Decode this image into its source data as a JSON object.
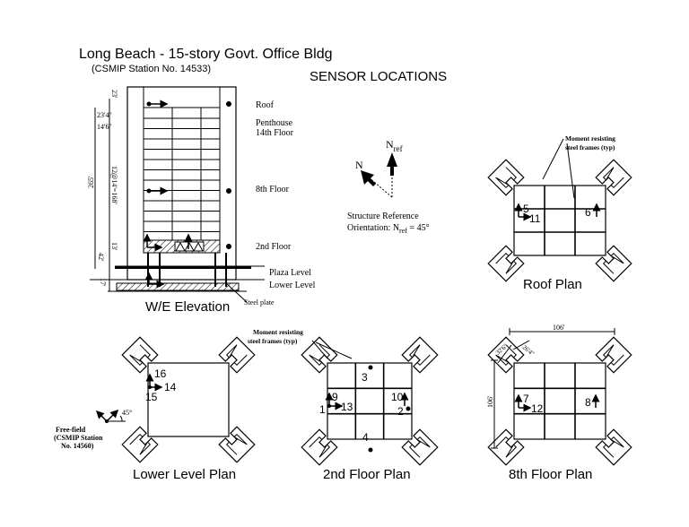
{
  "header": {
    "title": "Long Beach - 15-story Govt. Office Bldg",
    "station": "(CSMIP Station No. 14533)",
    "subtitle": "SENSOR LOCATIONS"
  },
  "elevation": {
    "caption": "W/E Elevation",
    "levels": {
      "roof": "Roof",
      "penthouse": "Penthouse",
      "floor14": "14th Floor",
      "floor8": "8th Floor",
      "floor2": "2nd Floor",
      "plaza": "Plaza Level",
      "lower": "Lower Level",
      "steel_plate": "Steel plate"
    },
    "dims": {
      "d23": "23'",
      "d234": "23'4\"",
      "d146": "14'6\"",
      "d12": "12@14'=168'",
      "d265": "265'",
      "d13": "13'",
      "d42": "42'",
      "d17": "17'"
    }
  },
  "reference": {
    "n": "N",
    "nref": "N",
    "nref_sub": "ref",
    "line1": "Structure Reference",
    "line2_prefix": "Orientation: N",
    "line2_sub": "ref",
    "line2_suffix": " = 45°"
  },
  "roof_plan": {
    "caption": "Roof Plan",
    "note1": "Moment resisting",
    "note2": "steel frames (typ)",
    "sensors": [
      "5",
      "11",
      "6"
    ]
  },
  "lower_plan": {
    "caption": "Lower Level Plan",
    "sensors": [
      "16",
      "14",
      "15"
    ],
    "angle": "45°",
    "ff1": "Free-field",
    "ff2": "(CSMIP Station",
    "ff3": "No. 14560)"
  },
  "second_plan": {
    "caption": "2nd Floor Plan",
    "note1": "Moment resisting",
    "note2": "steel frames (typ)",
    "sensors": [
      "3",
      "9",
      "1",
      "13",
      "10",
      "2",
      "4"
    ]
  },
  "eighth_plan": {
    "caption": "8th Floor Plan",
    "dim_top": "106'",
    "dim_left": "106'",
    "dim_a": "32'6\"",
    "dim_b": "26'4\"",
    "sensors": [
      "7",
      "12",
      "8"
    ]
  }
}
